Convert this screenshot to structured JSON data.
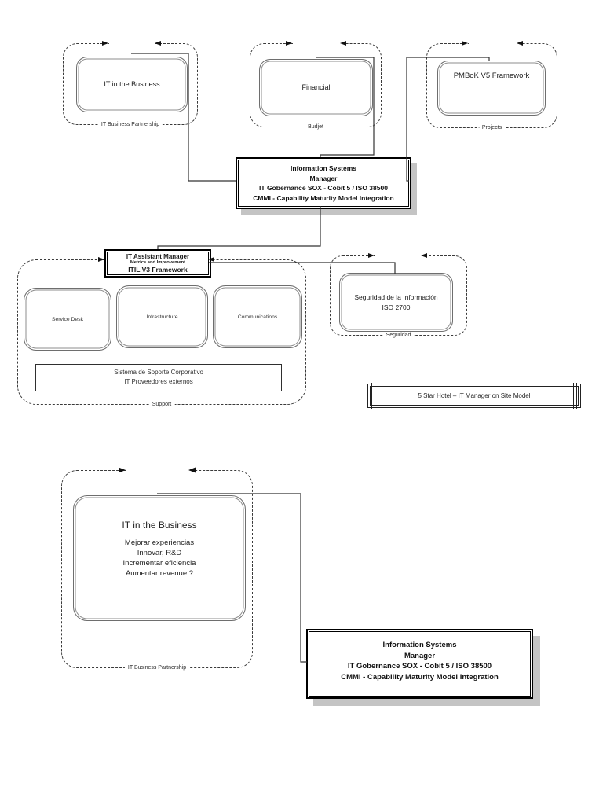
{
  "top_row": {
    "partnership": {
      "label": "IT Business Partnership",
      "box": "IT in the Business"
    },
    "budget": {
      "label": "Budjet",
      "box": "Financial"
    },
    "projects": {
      "label": "Projects",
      "box": "PMBoK V5 Framework"
    }
  },
  "manager": {
    "lines": [
      "Information Systems",
      "Manager",
      "IT Gobernance SOX - Cobit 5 / ISO 38500",
      "CMMI - Capability Maturity Model Integration"
    ]
  },
  "assistant": {
    "lines": [
      "IT Assistant Manager",
      "Metrics and Improvement",
      "ITIL V3 Framework"
    ]
  },
  "support": {
    "label": "Support",
    "boxes": [
      "Service Desk",
      "Infrastructure",
      "Communications"
    ],
    "sistema": [
      "Sistema de Soporte Corporativo",
      "IT Proveedores externos"
    ]
  },
  "seguridad": {
    "label": "Seguridad",
    "lines": [
      "Seguridad de la Información",
      "ISO 2700"
    ]
  },
  "hotel": {
    "text": "5 Star Hotel – IT Manager on Site Model"
  },
  "bottom": {
    "partnership_label": "IT Business Partnership",
    "box_title": "IT in the Business",
    "box_lines": [
      "Mejorar experiencias",
      "Innovar, R&D",
      "Incrementar eficiencia",
      "Aumentar revenue ?"
    ]
  },
  "colors": {
    "line": "#333333",
    "accent_border": "#000000",
    "rounded_border": "#6e6e6e",
    "shadow": "#c4c4c4",
    "background": "#ffffff"
  }
}
